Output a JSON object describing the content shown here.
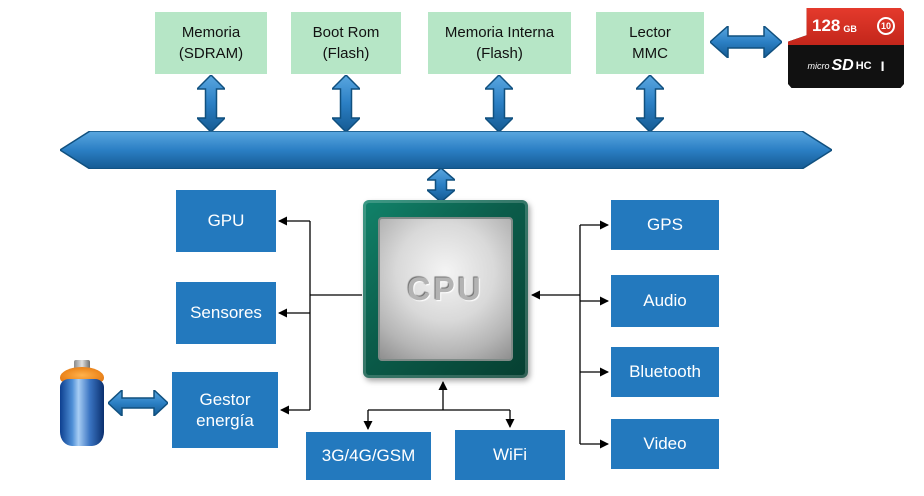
{
  "modules_top": [
    {
      "line1": "Memoria",
      "line2": "(SDRAM)"
    },
    {
      "line1": "Boot Rom",
      "line2": "(Flash)"
    },
    {
      "line1": "Memoria Interna",
      "line2": "(Flash)"
    },
    {
      "line1": "Lector",
      "line2": "MMC"
    }
  ],
  "cpu": {
    "label": "CPU"
  },
  "modules_left": [
    {
      "label": "GPU"
    },
    {
      "label": "Sensores"
    },
    {
      "label": "Gestor energía"
    }
  ],
  "modules_right": [
    {
      "label": "GPS"
    },
    {
      "label": "Audio"
    },
    {
      "label": "Bluetooth"
    },
    {
      "label": "Video"
    }
  ],
  "modules_bottom": [
    {
      "label": "3G/4G/GSM"
    },
    {
      "label": "WiFi"
    }
  ],
  "sd_card": {
    "capacity": "128",
    "unit": "GB",
    "speed_class": "10",
    "brand": "micro",
    "type": "SD",
    "type_suffix": "HC",
    "uhs_rating": "I"
  },
  "colors": {
    "module_green": "#b6e6c6",
    "module_blue": "#2379be",
    "arrow_fill_light": "#5aa7e0",
    "arrow_fill_dark": "#155a92",
    "arrow_border": "#10507f",
    "connector_black": "#000000",
    "sd_red": "#d6281c",
    "sd_black": "#111111"
  }
}
